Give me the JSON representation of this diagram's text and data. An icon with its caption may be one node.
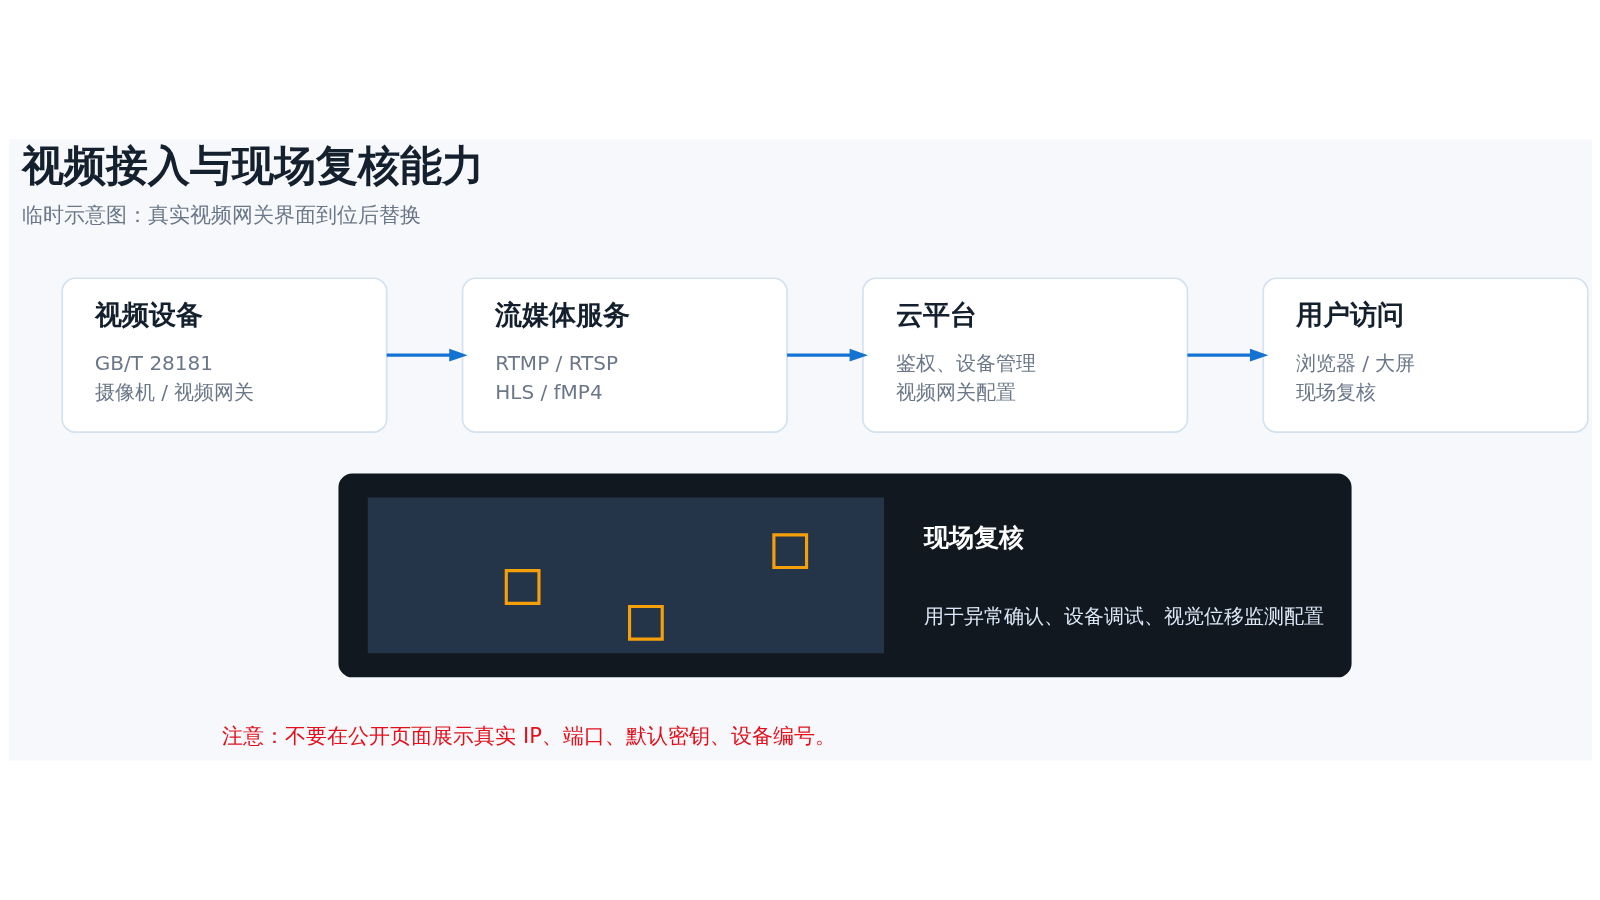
{
  "diagram": {
    "title": "视频接入与现场复核能力",
    "nodes": [
      {
        "text": [
          "视频设备",
          "GB/T 28181",
          "摄像机 / 视频网关"
        ]
      },
      {
        "text": [
          "流媒体服务",
          "RTMP / RTSP",
          "HLS / fMP4"
        ]
      },
      {
        "text": [
          "云平台",
          "鉴权、设备管理",
          "视频网关配置"
        ]
      },
      {
        "text": [
          "用户访问",
          "浏览器 / 大屏",
          "现场复核"
        ]
      },
      {
        "text": [
          "现场复核",
          "用于异常确认、设备调试、视觉位移监测配置"
        ]
      }
    ],
    "edges": [
      {
        "from": 0,
        "to": 1,
        "arrow": "to"
      },
      {
        "from": 1,
        "to": 2,
        "arrow": "to"
      },
      {
        "from": 2,
        "to": 3,
        "arrow": "to"
      }
    ],
    "labels": [
      "临时示意图：真实视频网关界面到位后替换",
      "注意：不要在公开页面展示真实 IP、端口、默认密钥、设备编号。"
    ]
  }
}
